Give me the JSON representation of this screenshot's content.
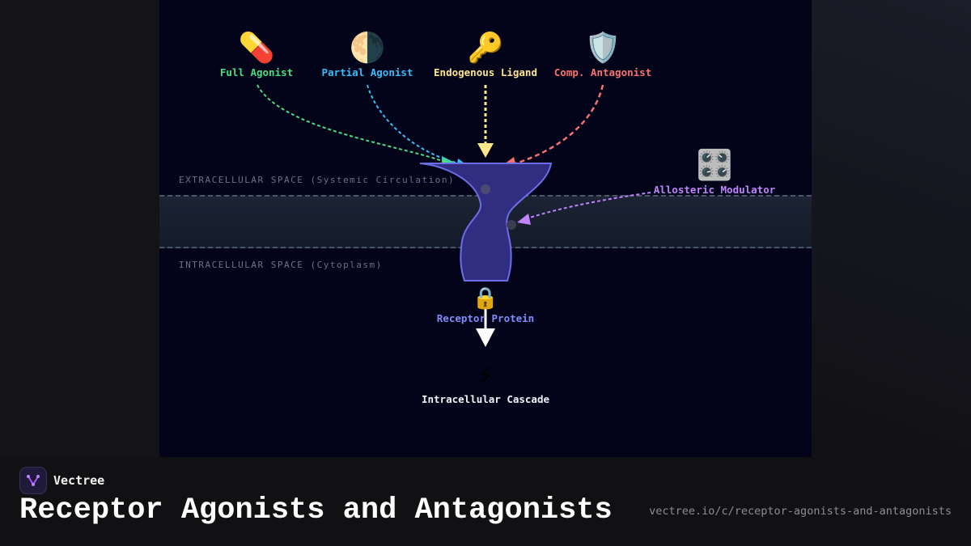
{
  "diagram": {
    "zones": {
      "extracellular": "EXTRACELLULAR SPACE (Systemic Circulation)",
      "intracellular": "INTRACELLULAR SPACE (Cytoplasm)"
    },
    "ligands": [
      {
        "name": "Full Agonist",
        "icon": "pill-icon",
        "glyph": "💊",
        "color": "#4ade80"
      },
      {
        "name": "Partial Agonist",
        "icon": "half-moon-icon",
        "glyph": "🌗",
        "color": "#38bdf8"
      },
      {
        "name": "Endogenous Ligand",
        "icon": "key-icon",
        "glyph": "🔑",
        "color": "#fde68a"
      },
      {
        "name": "Comp. Antagonist",
        "icon": "shield-icon",
        "glyph": "🛡️",
        "color": "#f87171"
      }
    ],
    "modulator": {
      "name": "Allosteric Modulator",
      "icon": "control-knobs-icon",
      "glyph": "🎛️",
      "color": "#c084fc"
    },
    "receptor": {
      "name": "Receptor Protein",
      "icon": "lock-icon",
      "glyph": "🔒",
      "color": "#818cf8"
    },
    "cascade": {
      "name": "Intracellular Cascade",
      "icon": "lightning-icon",
      "glyph": "⚡",
      "color": "#f1f5f9"
    }
  },
  "footer": {
    "brand": "Vectree",
    "title": "Receptor Agonists and Antagonists",
    "url": "vectree.io/c/receptor-agonists-and-antagonists"
  }
}
